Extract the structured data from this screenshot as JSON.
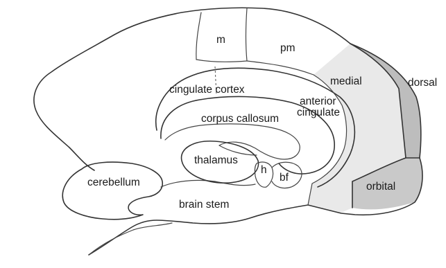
{
  "labels": {
    "m": "m",
    "pm": "pm",
    "medial": "medial",
    "dorsal": "dorsal",
    "cingulate_cortex": "cingulate cortex",
    "anterior": "anterior",
    "cingulate": "cingulate",
    "corpus_callosum": "corpus callosum",
    "thalamus": "thalamus",
    "h": "h",
    "bf": "bf",
    "cerebellum": "cerebellum",
    "brain_stem": "brain stem",
    "orbital": "orbital"
  },
  "colors": {
    "dorsal_fill": "#bdbdbd",
    "orbital_fill": "#c9c9c9",
    "medial_fill": "#e9e9e9",
    "outline": "#333333"
  }
}
